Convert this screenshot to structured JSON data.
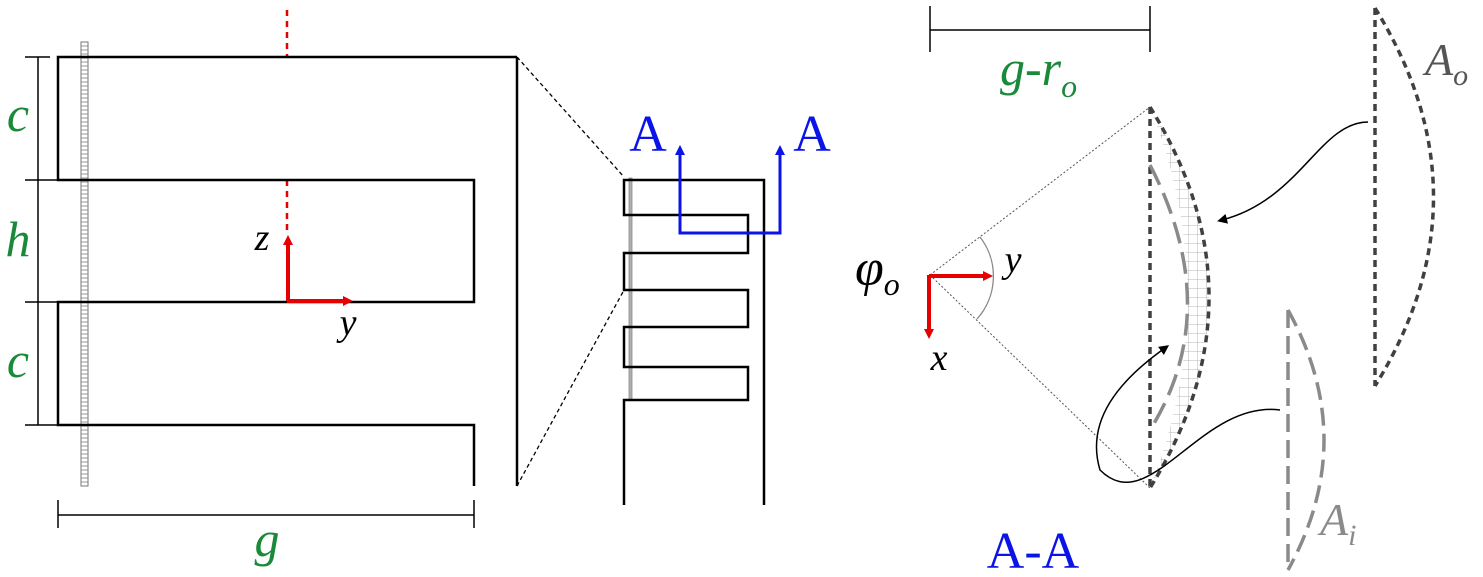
{
  "colors": {
    "dimension": "#1a8a3a",
    "section": "#0a14e6",
    "axis": "#e60000",
    "line": "#000000",
    "dashed_outer": "#404040",
    "dashed_inner": "#8a8a8a",
    "grid": "#b5b5b5"
  },
  "left_view": {
    "dim_c_top": "c",
    "dim_h": "h",
    "dim_c_bottom": "c",
    "dim_g": "g",
    "axis_z": "z",
    "axis_y": "y"
  },
  "middle_view": {
    "section_mark_left": "A",
    "section_mark_right": "A"
  },
  "right_view": {
    "dim_g_r": "g-r",
    "dim_g_r_sub": "o",
    "angle": "φ",
    "angle_sub": "o",
    "axis_y": "y",
    "axis_x": "x",
    "area_outer": "A",
    "area_outer_sub": "o",
    "area_inner": "A",
    "area_inner_sub": "i",
    "section_title": "A-A"
  }
}
